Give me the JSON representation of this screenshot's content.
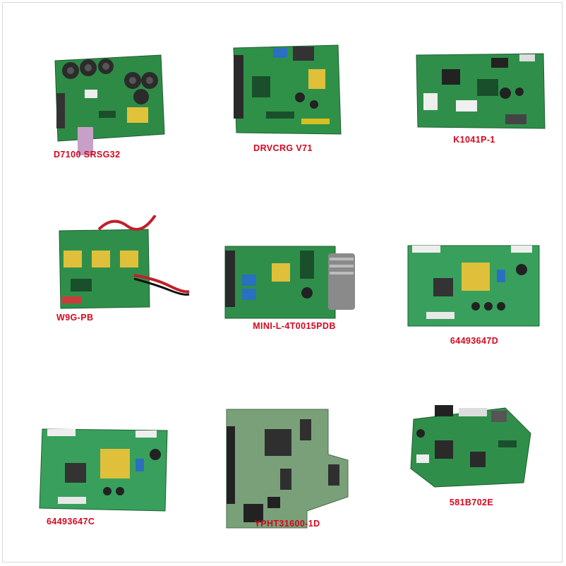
{
  "products": [
    {
      "label": "D7100 SRSG32"
    },
    {
      "label": "DRVCRG V71"
    },
    {
      "label": "K1041P-1"
    },
    {
      "label": "W9G-PB"
    },
    {
      "label": "MINI-L-4T0015PDB"
    },
    {
      "label": "64493647D"
    },
    {
      "label": "64493647C"
    },
    {
      "label": "YPHT31600-1D"
    },
    {
      "label": "581B702E"
    }
  ],
  "colors": {
    "caption": "#d6061d",
    "pcb_green": "#2f8f4a",
    "pcb_dark": "#1f6b37",
    "transformer": "#e0c03a"
  }
}
